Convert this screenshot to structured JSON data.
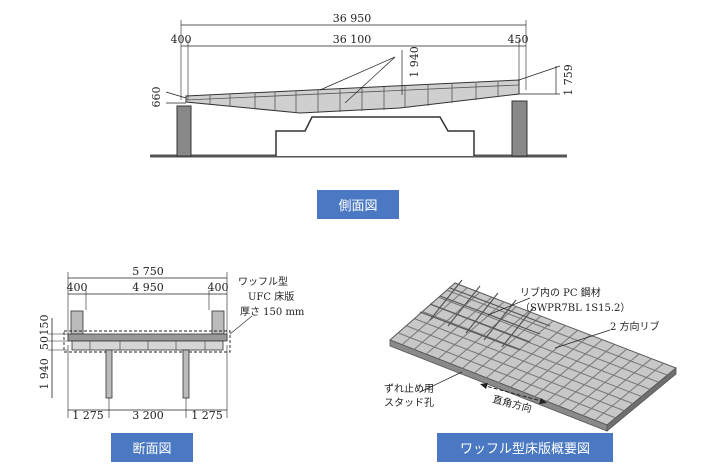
{
  "side_view": {
    "caption": "側面図",
    "dims": {
      "total": "36 950",
      "span": "36 100",
      "left_overhang": "400",
      "right_overhang": "450",
      "depth_mid": "1 940",
      "depth_left": "660",
      "depth_right": "1 759"
    }
  },
  "section_view": {
    "caption": "断面図",
    "dims": {
      "width_total": "5 750",
      "width_inner": "4 950",
      "edge_left": "400",
      "edge_right": "400",
      "height_total": "1 940",
      "h50": "50",
      "h150": "150",
      "pier_left": "1 275",
      "pier_mid": "3 200",
      "pier_right": "1 275"
    },
    "note_line1": "ワッフル型",
    "note_line2": "UFC 床版",
    "note_line3": "厚さ 150 mm"
  },
  "waffle_view": {
    "caption": "ワッフル型床版概要図",
    "label_pc_line1": "リブ内の PC 鋼材",
    "label_pc_line2": "（SWPR7BL 1S15.2）",
    "label_rib": "2 方向リブ",
    "label_stud_line1": "ずれ止め用",
    "label_stud_line2": "スタッド孔",
    "label_direction": "直角方向"
  }
}
